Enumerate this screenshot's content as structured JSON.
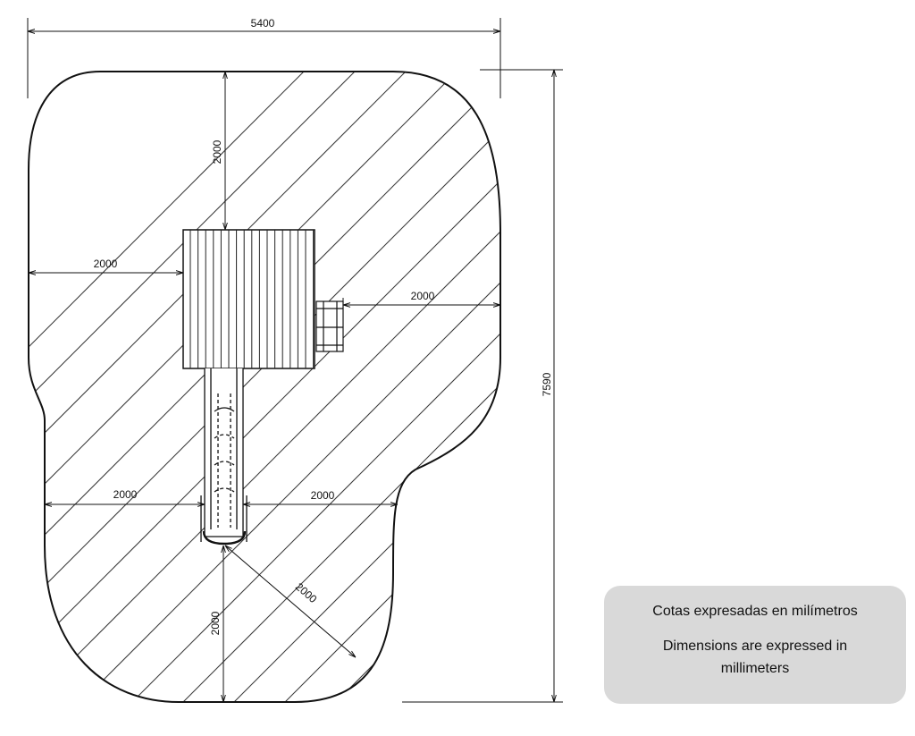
{
  "dimensions": {
    "overall_width": "5400",
    "overall_height": "7590",
    "top_clearance": "2000",
    "left_clearance": "2000",
    "right_clearance": "2000",
    "slide_left": "2000",
    "slide_right": "2000",
    "slide_front": "2000",
    "slide_diagonal": "2000"
  },
  "note": {
    "spanish": "Cotas expresadas en milímetros",
    "english_line1": "Dimensions are expressed in",
    "english_line2": "millimeters"
  }
}
